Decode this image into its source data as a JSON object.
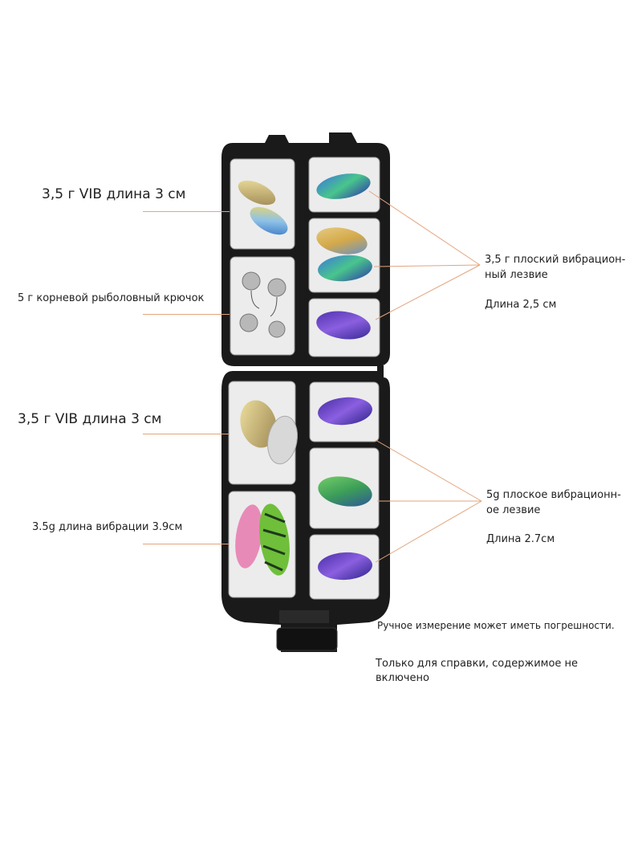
{
  "labels": {
    "vib_top": "3,5 г VIB длина 3 см",
    "hook": "5 г корневой рыболовный крючок",
    "vib_mid": "3,5 г VIB длина 3 см",
    "vib_bottom": "3.5g длина вибрации 3.9см",
    "blade_35_line1": "3,5 г плоский вибрацион-",
    "blade_35_line2": "ный лезвие",
    "blade_35_length": "Длина 2,5 см",
    "blade_5_line1": "5g плоское вибрационн-",
    "blade_5_line2": "ое лезвие",
    "blade_5_length": "Длина 2.7см",
    "note_error": "Ручное измерение может иметь погрешности.",
    "note_ref_line1": "Только для справки, содержимое не",
    "note_ref_line2": "включено"
  },
  "colors": {
    "leader_line": "#e2a57d",
    "case_body": "#1a1a1a",
    "compartment": "#ececec"
  }
}
